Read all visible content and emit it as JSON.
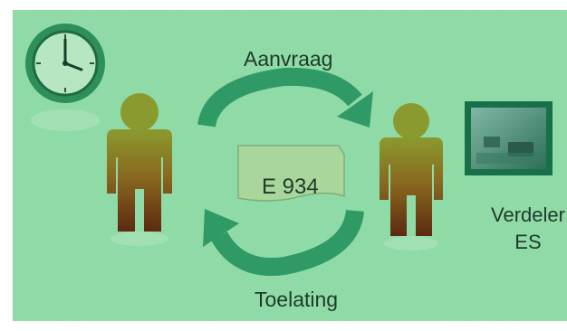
{
  "labels": {
    "request": "Aanvraag",
    "permit": "Toelating",
    "document": "E 934",
    "distributor_line1": "Verdeler",
    "distributor_line2": "ES"
  },
  "colors": {
    "background": "#8ddaa5",
    "arrow": "#2f9a66",
    "person_top": "#7b8a2c",
    "person_bottom": "#6a2f12",
    "clock_fill": "#2e8f5b",
    "document_fill": "#a9d69b"
  },
  "icons": [
    "clock-icon",
    "person-icon",
    "photo-icon",
    "document-icon"
  ]
}
